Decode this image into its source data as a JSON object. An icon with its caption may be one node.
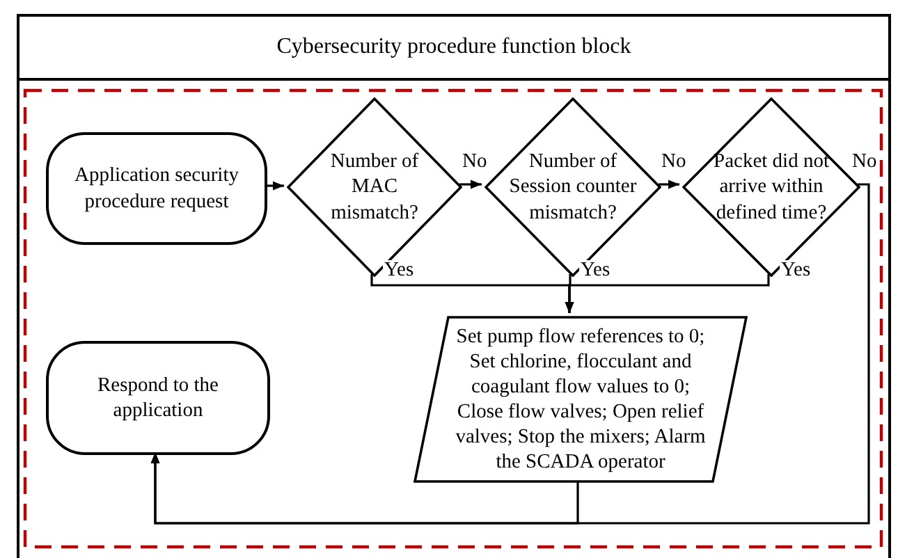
{
  "diagram": {
    "nodes": [
      {
        "text": [
          "Cybersecurity procedure function block"
        ]
      },
      {
        "text": [
          "Application security procedure request"
        ],
        "in": 0
      },
      {
        "text": [
          "Number of MAC mismatch?"
        ],
        "in": 0
      },
      {
        "text": [
          "Number of Session counter mismatch?"
        ],
        "in": 0
      },
      {
        "text": [
          "Packet did not arrive within defined time?"
        ],
        "in": 0
      },
      {
        "text": [
          "Set pump flow references to 0; Set chlorine, flocculant and coagulant flow values to 0; Close flow valves; Open relief valves; Stop the mixers; Alarm the SCADA operator"
        ],
        "in": 0
      },
      {
        "text": [
          "Respond to the application"
        ],
        "in": 0
      }
    ],
    "edges": [
      {
        "from": 1,
        "to": 2,
        "arrow": "to"
      },
      {
        "from": 2,
        "to": 3,
        "arrow": "to",
        "label": "No"
      },
      {
        "from": 3,
        "to": 4,
        "arrow": "to",
        "label": "No"
      },
      {
        "from": 2,
        "to": 5,
        "arrow": "to",
        "label": "Yes"
      },
      {
        "from": 3,
        "to": 5,
        "arrow": "to",
        "label": "Yes"
      },
      {
        "from": 4,
        "to": 5,
        "arrow": "to",
        "label": "Yes"
      },
      {
        "from": 5,
        "to": 6,
        "arrow": "to"
      },
      {
        "from": 4,
        "to": 6,
        "arrow": "to",
        "label": "No"
      }
    ]
  }
}
